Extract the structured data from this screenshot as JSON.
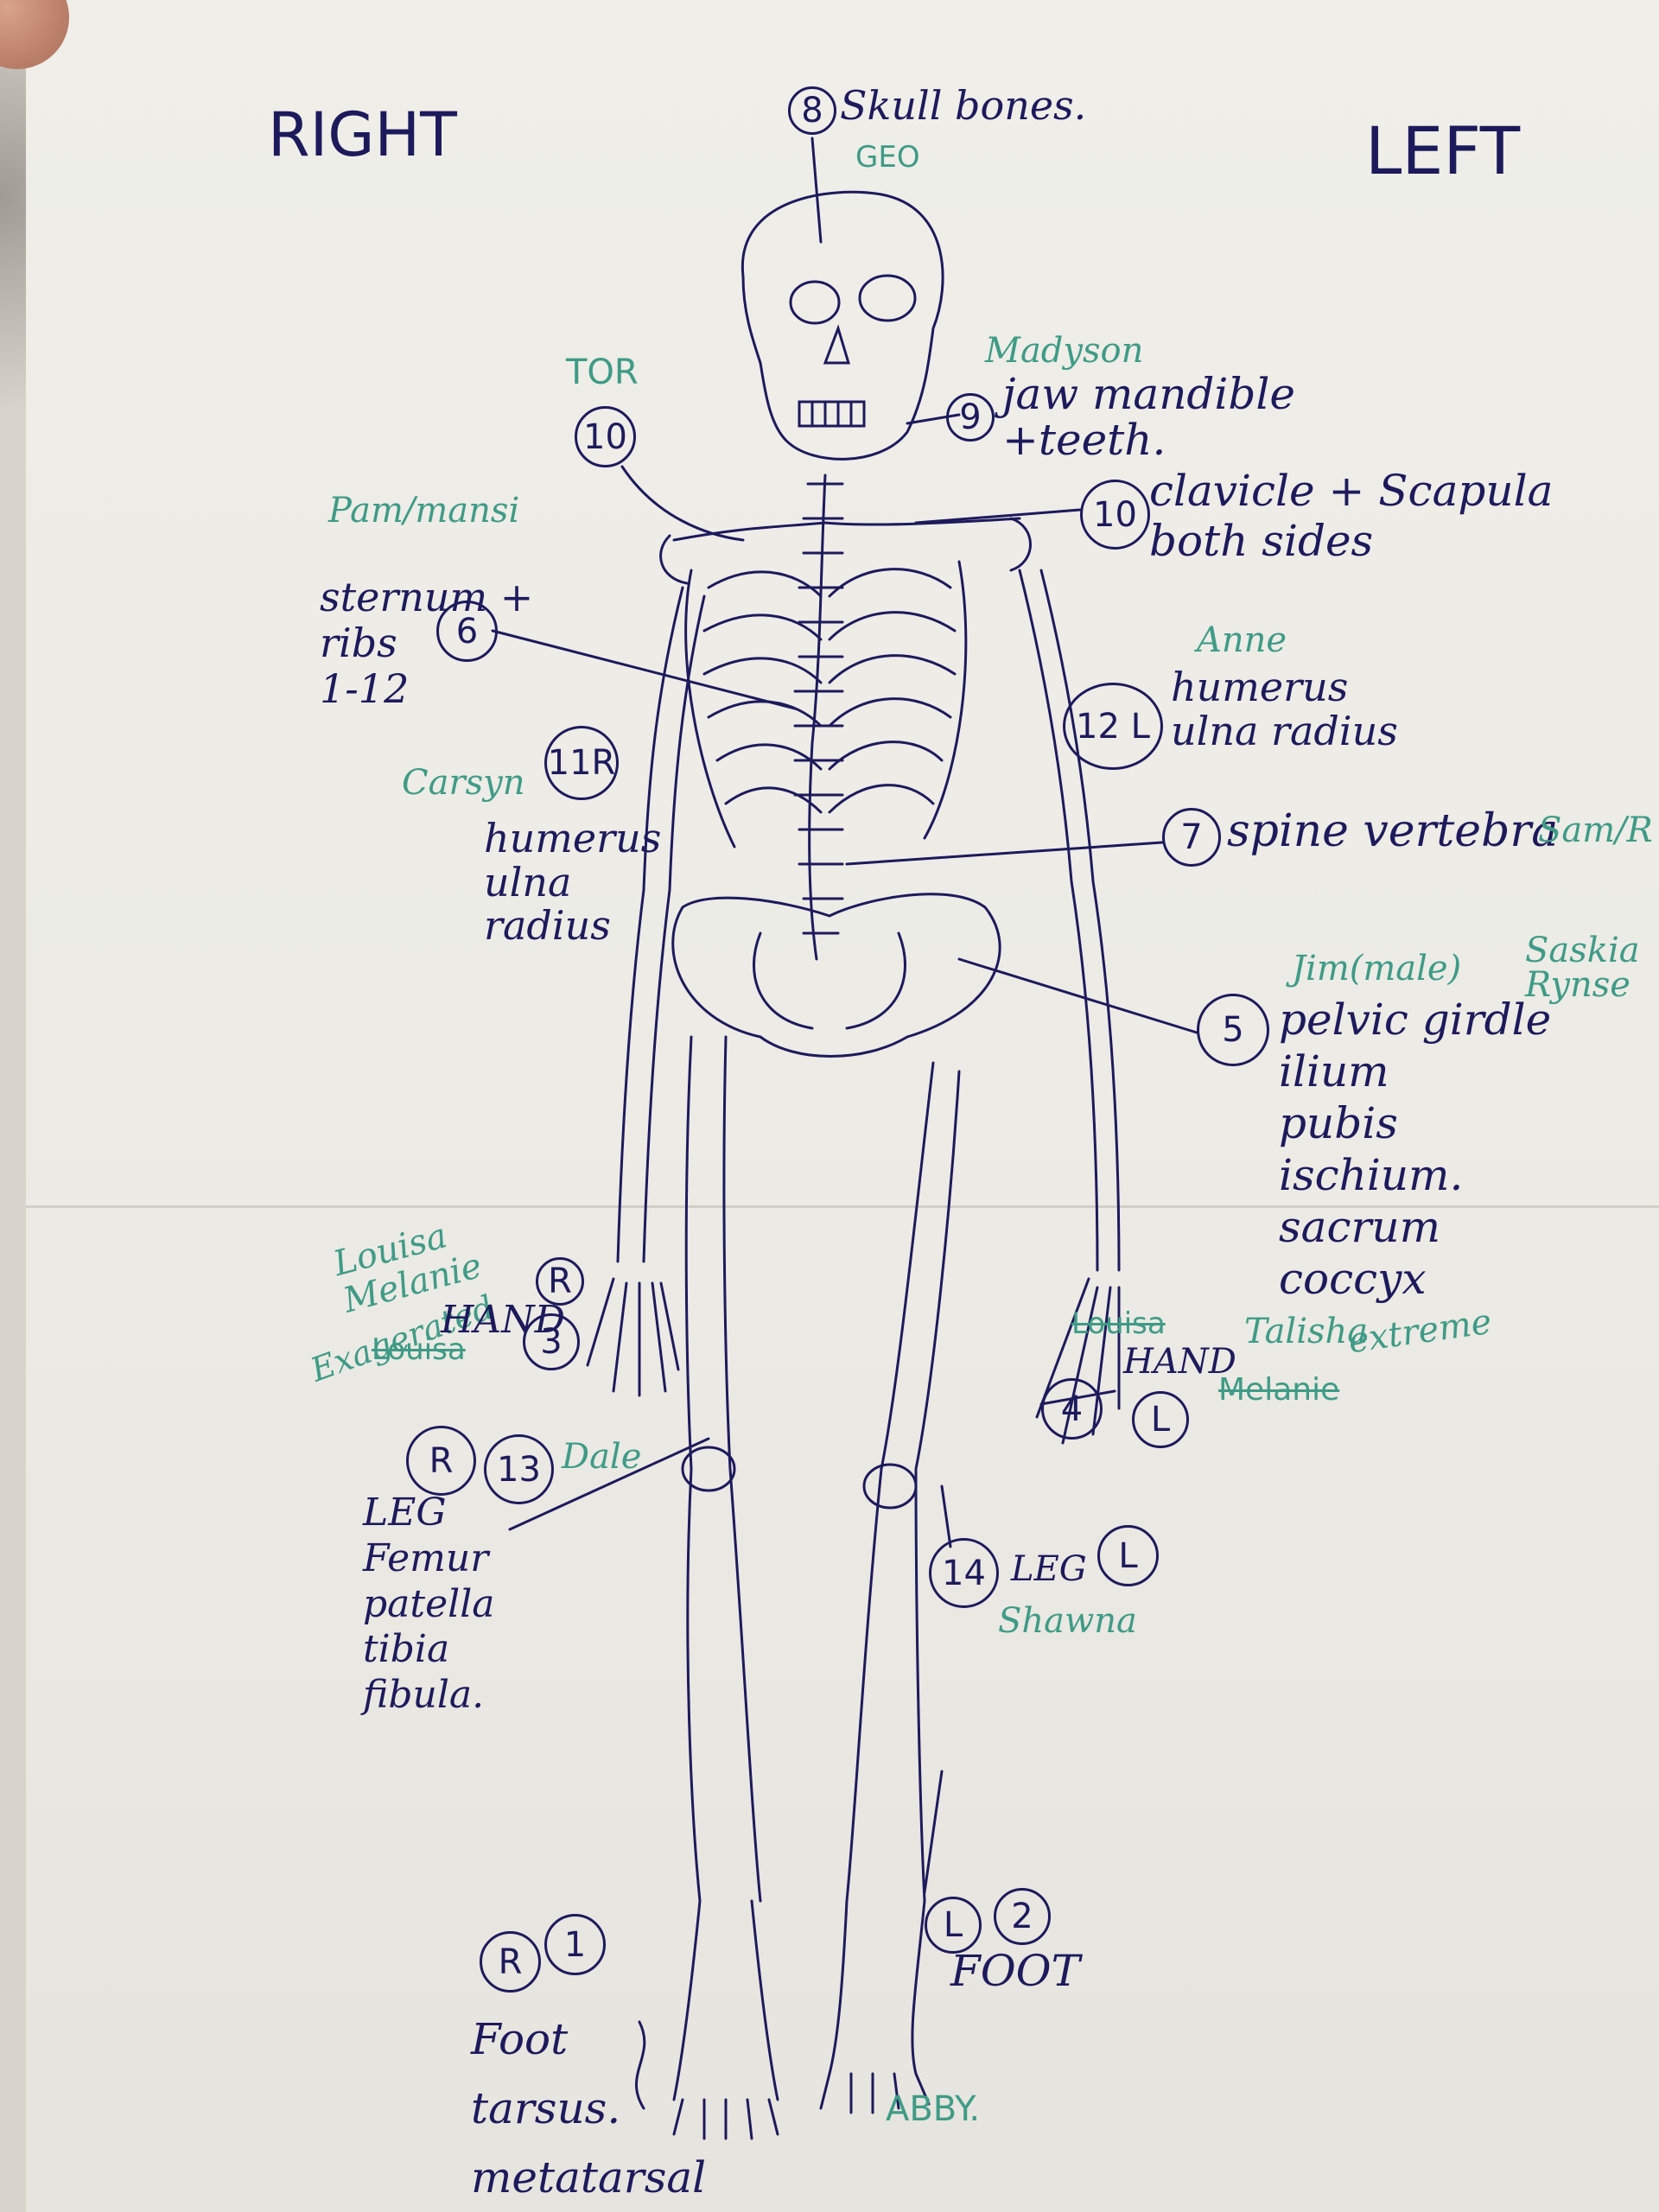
{
  "header": {
    "right": "RIGHT",
    "left": "LEFT"
  },
  "labels": {
    "skull": {
      "num": "8",
      "text": "Skull bones.",
      "student": "GEO"
    },
    "jaw": {
      "num": "9",
      "text": "jaw mandible\n+teeth.",
      "student": "Madyson"
    },
    "clavicle_r": {
      "num": "10",
      "student": "TOR"
    },
    "clavicle_l": {
      "num": "10",
      "text": "clavicle + Scapula\nboth sides"
    },
    "sternum": {
      "num": "6",
      "text": "sternum +\nribs\n1-12",
      "student": "Pam/mansi"
    },
    "humerus_l": {
      "num": "12 L",
      "text": "humerus\nulna radius",
      "student": "Anne"
    },
    "humerus_r": {
      "num": "11R",
      "text": "humerus\nulna\nradius",
      "student": "Carsyn"
    },
    "spine": {
      "num": "7",
      "text": "spine vertebra",
      "student": "Sam/R"
    },
    "pelvic": {
      "num": "5",
      "text": "pelvic girdle\nilium\npubis\nischium.\nsacrum\ncoccyx",
      "student": "Jim(male)",
      "student2": "Saskia\nRynse"
    },
    "hand_r": {
      "num": "3",
      "side": "R",
      "text": "HAND",
      "students": "Louisa\nMelanie",
      "crossed": "Louisa",
      "note": "Exagerated"
    },
    "hand_l": {
      "num": "4",
      "side": "L",
      "text": "HAND",
      "crossed": "Louisa",
      "students": "Talisha",
      "crossed2": "Melanie",
      "note": "extreme"
    },
    "leg_r": {
      "num": "13",
      "side": "R",
      "text": "LEG\nFemur\npatella\ntibia\nfibula.",
      "student": "Dale"
    },
    "leg_l": {
      "num": "14",
      "side": "L",
      "text": "LEG",
      "student": "Shawna"
    },
    "foot_r": {
      "num": "1",
      "side": "R",
      "text": "Foot\ntarsus.\nmetatarsal"
    },
    "foot_l": {
      "num": "2",
      "side": "L",
      "text": "FOOT",
      "student": "ABBY."
    }
  },
  "colors": {
    "ink": "#1d1a5c",
    "student_ink": "#3f9b86",
    "paper": "#ecebe5"
  }
}
